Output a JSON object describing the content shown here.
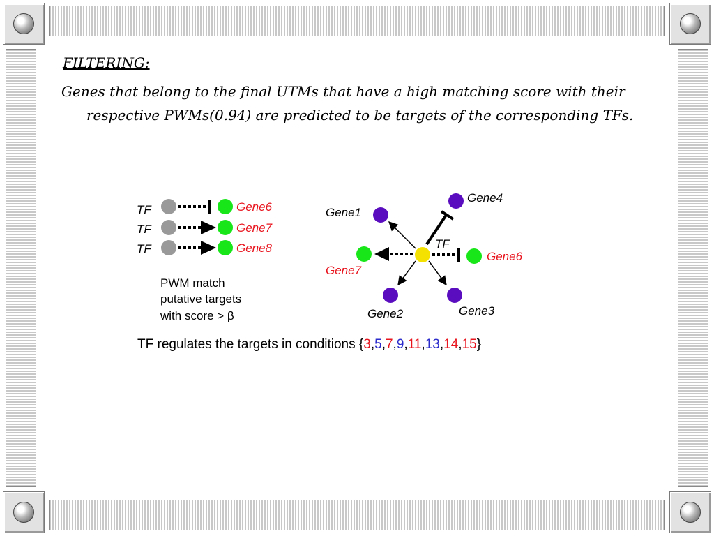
{
  "slide": {
    "heading": "FILTERING:",
    "paragraph": "Genes that belong to the final UTMs that have a high matching score with their respective PWMs(0.94) are predicted to be targets of the corresponding TFs."
  },
  "colors": {
    "gray_node": "#999999",
    "green_node": "#19e619",
    "purple_node": "#5a0dbe",
    "yellow_node": "#f5e100",
    "red_label": "#e8141e",
    "blue_number": "#2c2ccc"
  },
  "left_panel": {
    "rows": [
      {
        "tf_label": "TF",
        "gene_label": "Gene6",
        "edge": "repression"
      },
      {
        "tf_label": "TF",
        "gene_label": "Gene7",
        "edge": "activation"
      },
      {
        "tf_label": "TF",
        "gene_label": "Gene8",
        "edge": "activation"
      }
    ],
    "caption_lines": [
      "PWM match",
      "putative targets",
      "with score > β"
    ]
  },
  "network": {
    "center_label": "TF",
    "targets": [
      {
        "label": "Gene1",
        "color": "purple",
        "label_color": "black",
        "edge": "activation"
      },
      {
        "label": "Gene4",
        "color": "purple",
        "label_color": "black",
        "edge": "repression"
      },
      {
        "label": "Gene7",
        "color": "green",
        "label_color": "red",
        "edge": "activation-dashed"
      },
      {
        "label": "Gene6",
        "color": "green",
        "label_color": "red",
        "edge": "repression-dashed"
      },
      {
        "label": "Gene2",
        "color": "purple",
        "label_color": "black",
        "edge": "activation"
      },
      {
        "label": "Gene3",
        "color": "purple",
        "label_color": "black",
        "edge": "activation"
      }
    ]
  },
  "conditions": {
    "prefix": "TF regulates the targets in conditions ",
    "open_brace": "{",
    "close_brace": "}",
    "separator": ",",
    "items": [
      {
        "value": "3",
        "color": "red"
      },
      {
        "value": "5",
        "color": "blue"
      },
      {
        "value": "7",
        "color": "red"
      },
      {
        "value": "9",
        "color": "blue"
      },
      {
        "value": "11",
        "color": "red"
      },
      {
        "value": "13",
        "color": "blue"
      },
      {
        "value": "14",
        "color": "red"
      },
      {
        "value": "15",
        "color": "red"
      }
    ]
  }
}
